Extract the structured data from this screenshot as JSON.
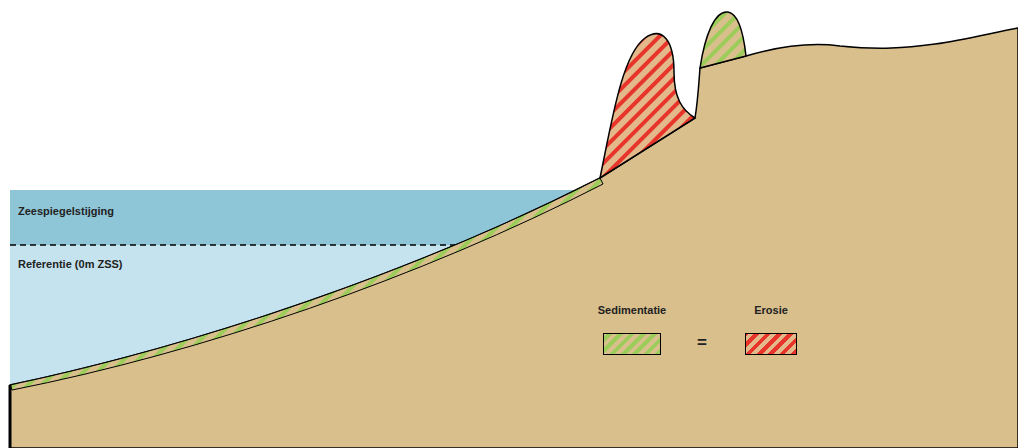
{
  "diagram": {
    "labels": [
      "Zeespiegelstijging",
      "Referentie (0m ZSS)",
      "="
    ],
    "legend": [
      {
        "text": "Sedimentatie"
      },
      {
        "text": "Erosie"
      }
    ]
  }
}
